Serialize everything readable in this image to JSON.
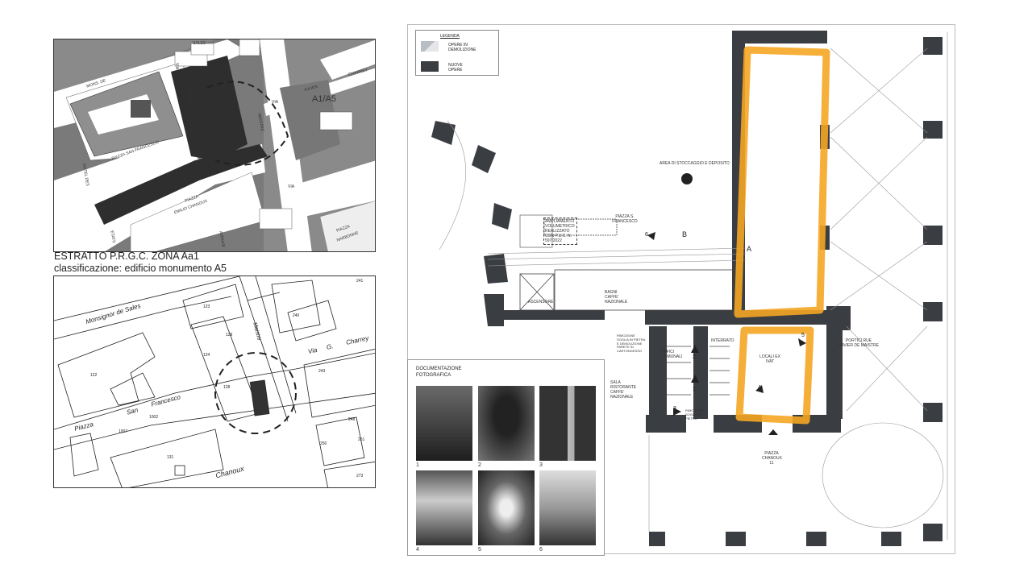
{
  "left": {
    "caption_line1": "ESTRATTO P.R.G.C. ZONA Aa1",
    "caption_line2": "classificazione: edificio monumento A5",
    "top_map_labels": [
      "MONS. DE",
      "SALES",
      "VIA",
      "CHABLOZ",
      "MAISTRE",
      "VIA",
      "JULIEN",
      "CHARREY",
      "A1/A5",
      "PIAZZA SAN FRANCESCO",
      "HOTEL DES",
      "ETATS",
      "PIAZZA",
      "EMILIO CHANOUX",
      "AVENUE",
      "VIA",
      "PIAZZA",
      "NARBONNE"
    ],
    "bottom_map_labels": [
      "Monsignor de Sales",
      "Maistre",
      "Via",
      "G.",
      "Charrey",
      "Piazza",
      "San",
      "Francesco",
      "Chanoux",
      "122",
      "123",
      "124",
      "128",
      "129",
      "131",
      "240",
      "243",
      "248",
      "250",
      "251",
      "241",
      "273",
      "1002",
      "1007"
    ]
  },
  "legend": {
    "title": "LEGENDA",
    "items": [
      {
        "label": "OPERE IN DEMOLIZIONE",
        "color": "#b8bcc4"
      },
      {
        "label": "NUOVE OPERE",
        "color": "#3a3d42"
      }
    ]
  },
  "plan": {
    "highlight_color": "#f5a623",
    "labels": {
      "storage": "AREA DI STOCCAGGIO E DEPOSITO",
      "piazza_sf": "PIAZZA S. FRANCESCO",
      "ampliamento": "AMPLIAMENTO VOLUMETRICO REALIZZATO CON P.U.C. n. 597/2022",
      "ascensore": "ASCENSORE",
      "bagni": "BAGNI CAFFE' NAZIONALE",
      "uffici": "UFFICI COMUNALI",
      "interrato": "INTERRATO",
      "locali": "LOCALI EX IVAT",
      "portici": "PORTICI RUE XAVIER DE MAISTRE",
      "sala": "SALA RISTORANTE CAFFE' NAZIONALE",
      "rimozione1": "RIMOZIONE SOGLIA IN PIETRA E DEMOLIZIONE PARETE IN CARTONGESSO",
      "rimozione2": "RIMOZIONE SOGLIA IN PIETRA",
      "piazza_chanoux": "PIAZZA CHANOUX 11",
      "section_a": "A",
      "section_b": "B",
      "views": [
        "1",
        "2",
        "3",
        "4",
        "5",
        "6"
      ]
    }
  },
  "photos": {
    "title": "DOCUMENTAZIONE FOTOGRAFICA",
    "items": [
      "1",
      "2",
      "3",
      "4",
      "5",
      "6"
    ]
  }
}
